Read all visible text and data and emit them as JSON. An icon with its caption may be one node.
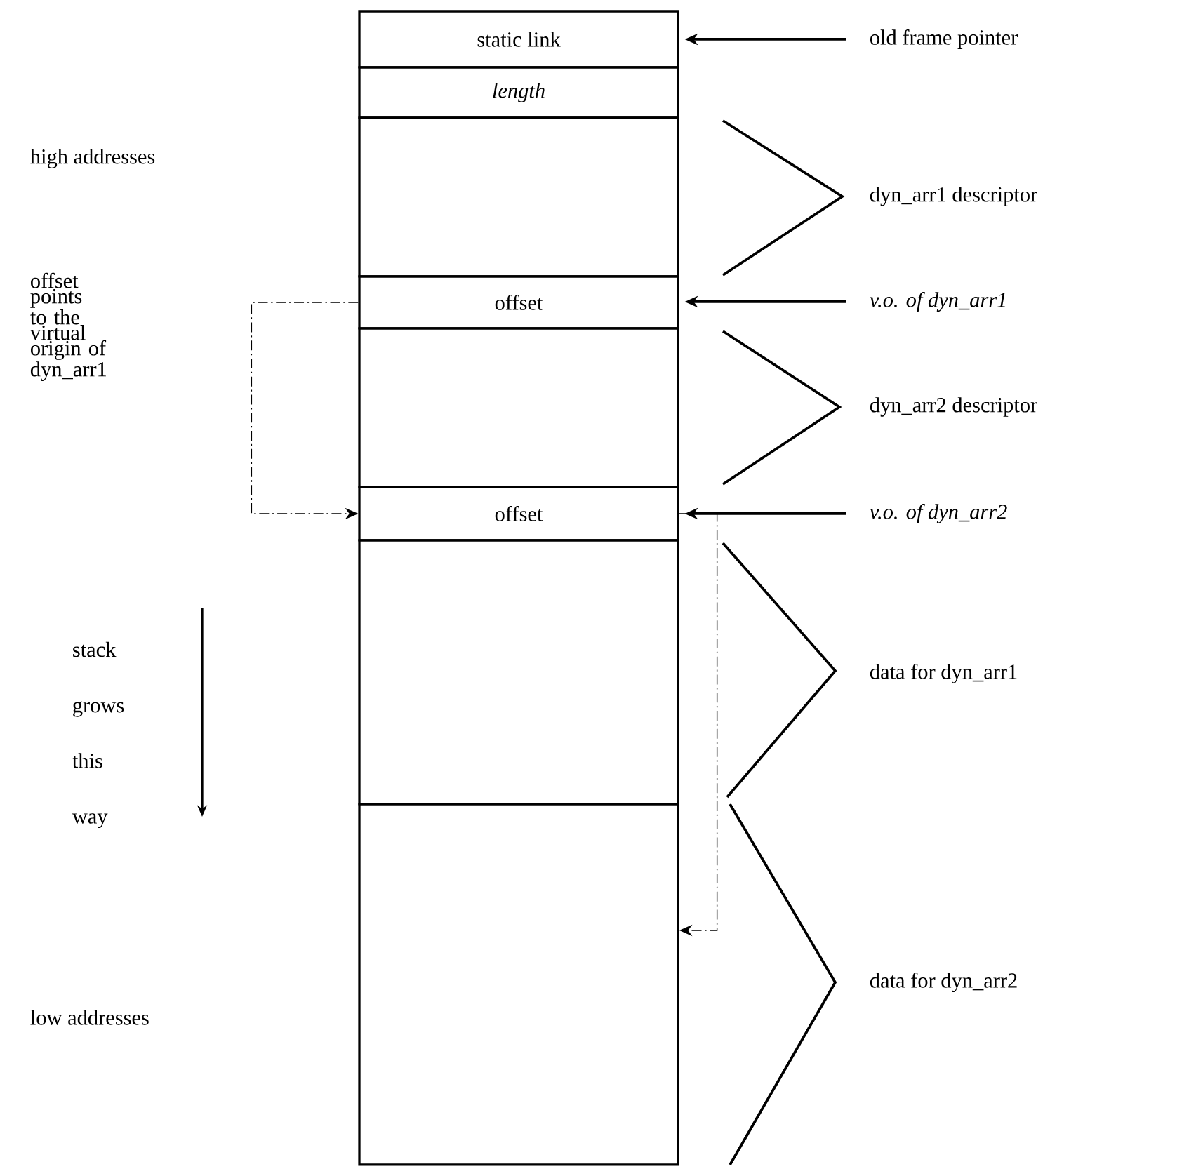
{
  "diagram": {
    "nodes": [
      {
        "text": [
          "static link"
        ]
      },
      {
        "text": [
          "length"
        ]
      },
      {
        "text": [],
        "shape": "box"
      },
      {
        "text": [
          "offset"
        ]
      },
      {
        "text": [],
        "shape": "box"
      },
      {
        "text": [
          "offset"
        ]
      },
      {
        "text": [],
        "shape": "box"
      },
      {
        "text": [],
        "shape": "box"
      },
      {
        "text": [
          "old frame pointer"
        ]
      },
      {
        "text": [
          "v.o. of dyn_arr1"
        ]
      },
      {
        "text": [
          "v.o. of dyn_arr2"
        ]
      }
    ],
    "edges": [
      {
        "from": 8,
        "to": 0,
        "arrow": "to"
      },
      {
        "from": 9,
        "to": 3,
        "arrow": "to"
      },
      {
        "from": 10,
        "to": 5,
        "arrow": "to"
      },
      {
        "from": 3,
        "to": 5,
        "arrow": "to",
        "style": "dashed"
      },
      {
        "from": 5,
        "to": 7,
        "arrow": "to",
        "style": "dashed"
      }
    ],
    "labels": [
      "high addresses",
      "dyn_arr1 descriptor",
      "offset points to the virtual origin of dyn_arr1",
      "dyn_arr2 descriptor",
      "stack grows this way",
      "data for dyn_arr1",
      "data for dyn_arr2",
      "low addresses"
    ]
  }
}
